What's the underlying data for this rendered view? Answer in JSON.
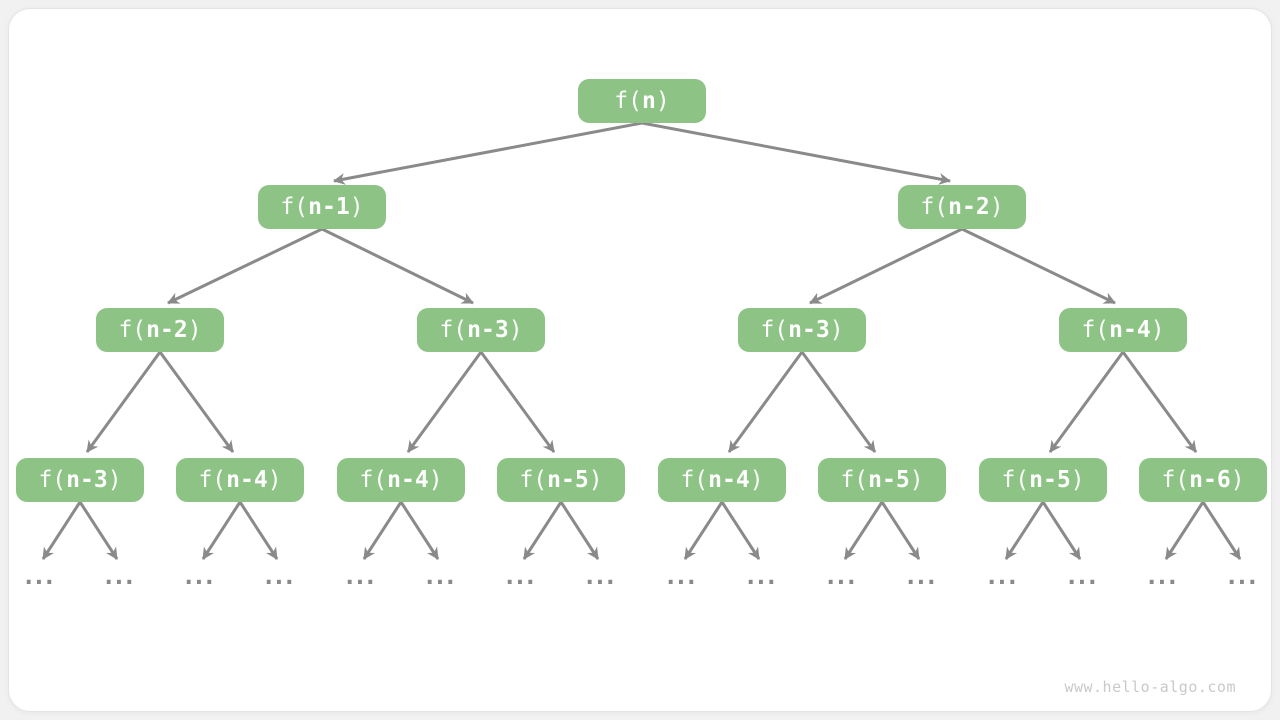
{
  "colors": {
    "node_fill": "#8dc385",
    "node_text": "#ffffff",
    "arrow": "#8a8a8a",
    "dots": "#8a8a8a",
    "card_bg": "#ffffff",
    "page_bg": "#f1f1f1",
    "watermark": "#c9c9c9"
  },
  "watermark": "www.hello-algo.com",
  "tree": {
    "ellipsis": "...",
    "nodes": [
      {
        "pre": "f(",
        "arg": "n",
        "post": ")"
      },
      {
        "pre": "f(",
        "arg": "n-1",
        "post": ")"
      },
      {
        "pre": "f(",
        "arg": "n-2",
        "post": ")"
      },
      {
        "pre": "f(",
        "arg": "n-2",
        "post": ")"
      },
      {
        "pre": "f(",
        "arg": "n-3",
        "post": ")"
      },
      {
        "pre": "f(",
        "arg": "n-3",
        "post": ")"
      },
      {
        "pre": "f(",
        "arg": "n-4",
        "post": ")"
      },
      {
        "pre": "f(",
        "arg": "n-3",
        "post": ")"
      },
      {
        "pre": "f(",
        "arg": "n-4",
        "post": ")"
      },
      {
        "pre": "f(",
        "arg": "n-4",
        "post": ")"
      },
      {
        "pre": "f(",
        "arg": "n-5",
        "post": ")"
      },
      {
        "pre": "f(",
        "arg": "n-4",
        "post": ")"
      },
      {
        "pre": "f(",
        "arg": "n-5",
        "post": ")"
      },
      {
        "pre": "f(",
        "arg": "n-5",
        "post": ")"
      },
      {
        "pre": "f(",
        "arg": "n-6",
        "post": ")"
      }
    ]
  }
}
